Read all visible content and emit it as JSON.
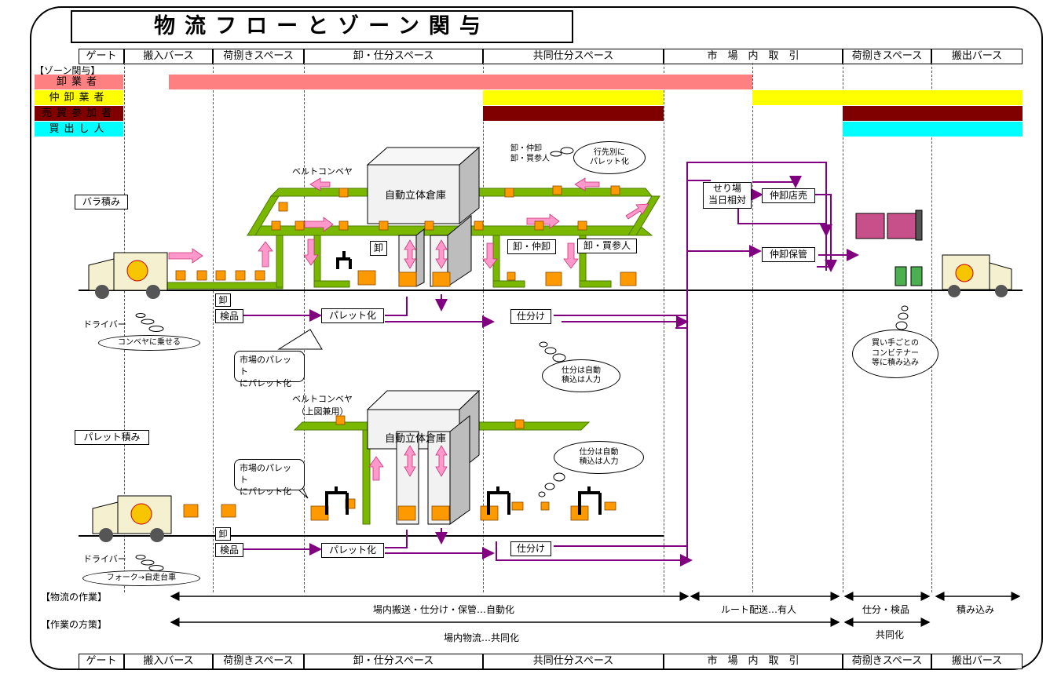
{
  "title": "物流フローとゾーン関与",
  "zones": [
    "ゲート",
    "搬入バース",
    "荷捌きスペース",
    "卸・仕分スペース",
    "共同仕分スペース",
    "市　場　内　取　引",
    "荷捌きスペース",
    "搬出バース"
  ],
  "zone_relation": {
    "header": "【ゾーン関与】",
    "roles": [
      {
        "label": "卸業者",
        "color": "#ff8080"
      },
      {
        "label": "仲卸業者",
        "color": "#ffff00"
      },
      {
        "label": "売買参加者",
        "color": "#800000"
      },
      {
        "label": "買出し人",
        "color": "#00ffff"
      }
    ]
  },
  "upper": {
    "section_label": "バラ積み",
    "conveyor_label": "ベルトコンベヤ",
    "warehouse_label": "自動立体倉庫",
    "cloud_left": "卸・仲卸\n卸・買参人",
    "cloud_right": "行先別に\nパレット化",
    "tag_oroshi": "卸",
    "tag_oroshi_nakaoroshi": "卸・仲卸",
    "tag_oroshi_kaisan": "卸・買参人",
    "driver": "ドライバー",
    "driver_cloud": "コンベヤに乗せる",
    "tag_oroshi_small": "卸",
    "inspect": "検品",
    "palletize": "パレット化",
    "sort": "仕分け",
    "callout_pallet": "市場のパレット\nにパレット化",
    "cloud_sort": "仕分は自動\n積込は人力",
    "seriba": "せり場\n当日相対",
    "nakaoroshi_shop": "仲卸店売",
    "nakaoroshi_storage": "仲卸保管",
    "buyer_cloud": "買い手ごとの\nコンビテナー\n等に積み込み"
  },
  "lower": {
    "section_label": "パレット積み",
    "conveyor_label": "ベルトコンベヤ\n（上図兼用）",
    "warehouse_label": "自動立体倉庫",
    "callout_pallet": "市場のパレット\nにパレット化",
    "cloud_sort": "仕分は自動\n積込は人力",
    "driver": "ドライバー",
    "driver_cloud": "フォーク→自走台車",
    "tag_oroshi_small": "卸",
    "inspect": "検品",
    "palletize": "パレット化",
    "sort": "仕分け"
  },
  "footer": {
    "row1_label": "【物流の作業】",
    "row1_a": "場内搬送・仕分け・保管…自動化",
    "row1_b": "ルート配送…有人",
    "row1_c": "仕分・検品",
    "row1_d": "積み込み",
    "row2_label": "【作業の方策】",
    "row2_a": "場内物流…共同化",
    "row2_b": "共同化"
  },
  "colors": {
    "flow": "#800080",
    "conveyor": "#7ab800",
    "arrow": "#ff99cc",
    "box": "#ff9900"
  }
}
